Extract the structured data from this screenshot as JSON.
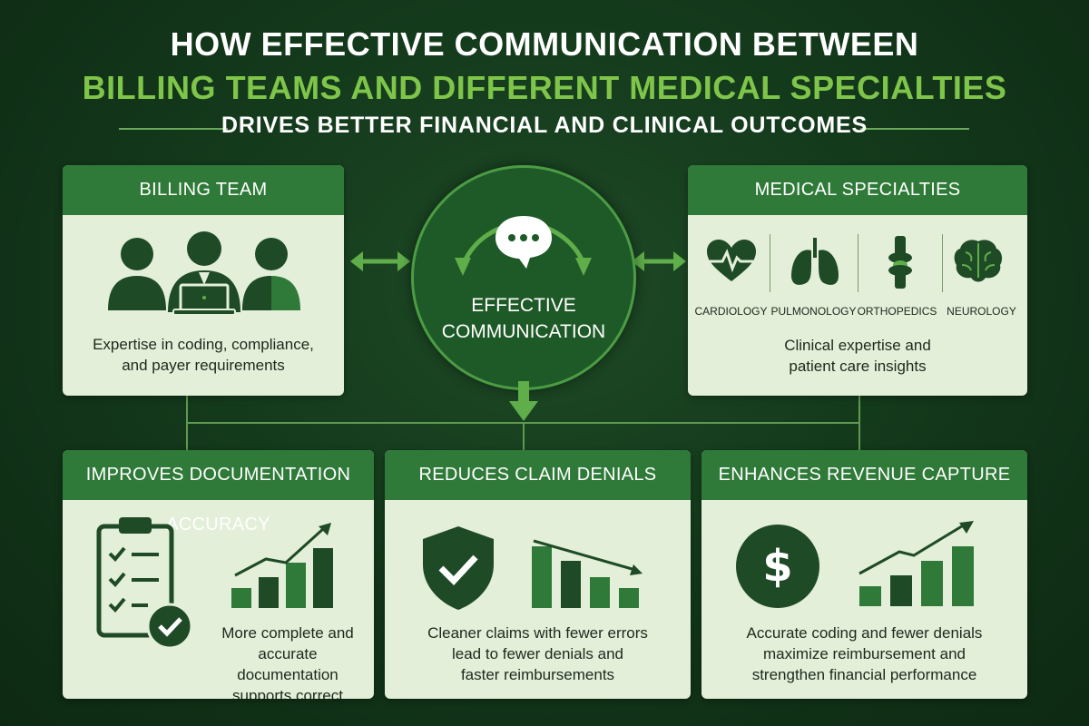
{
  "header": {
    "line1": "HOW EFFECTIVE COMMUNICATION BETWEEN",
    "line2": "BILLING TEAMS AND DIFFERENT MEDICAL SPECIALTIES",
    "line3": "DRIVES BETTER FINANCIAL AND CLINICAL OUTCOMES"
  },
  "billing": {
    "title": "BILLING TEAM",
    "description": [
      "Expertise in coding, compliance,",
      "and payer requirements"
    ],
    "icon": "team-people-laptop-icon"
  },
  "center": {
    "label": [
      "EFFECTIVE",
      "COMMUNICATION"
    ],
    "icon": "speech-bubble-icon"
  },
  "specialties": {
    "title": "MEDICAL SPECIALTIES",
    "items": [
      {
        "label": "CARDIOLOGY",
        "icon": "heart-pulse-icon"
      },
      {
        "label": "PULMONOLOGY",
        "icon": "lungs-icon"
      },
      {
        "label": "ORTHOPEDICS",
        "icon": "bone-joint-icon"
      },
      {
        "label": "NEUROLOGY",
        "icon": "brain-icon"
      }
    ],
    "description": [
      "Clinical expertise and",
      "patient care insights"
    ]
  },
  "outcomes": [
    {
      "title": "IMPROVES DOCUMENTATION ACCURACY",
      "description": [
        "More complete and",
        "accurate documentation",
        "supports correct coding"
      ],
      "icon": "clipboard-checklist-icon"
    },
    {
      "title": "REDUCES CLAIM DENIALS",
      "description": [
        "Cleaner claims with fewer errors",
        "lead to fewer denials and",
        "faster reimbursements"
      ],
      "icon": "shield-check-icon"
    },
    {
      "title": "ENHANCES REVENUE CAPTURE",
      "description": [
        "Accurate coding and fewer denials",
        "maximize reimbursement and",
        "strengthen financial performance"
      ],
      "icon": "dollar-coin-icon"
    }
  ],
  "colors": {
    "background": "#143a1c",
    "panel": "#e3efd9",
    "header": "#2f7a38",
    "accent": "#7ec54a",
    "dark_icon": "#1e4a26"
  }
}
